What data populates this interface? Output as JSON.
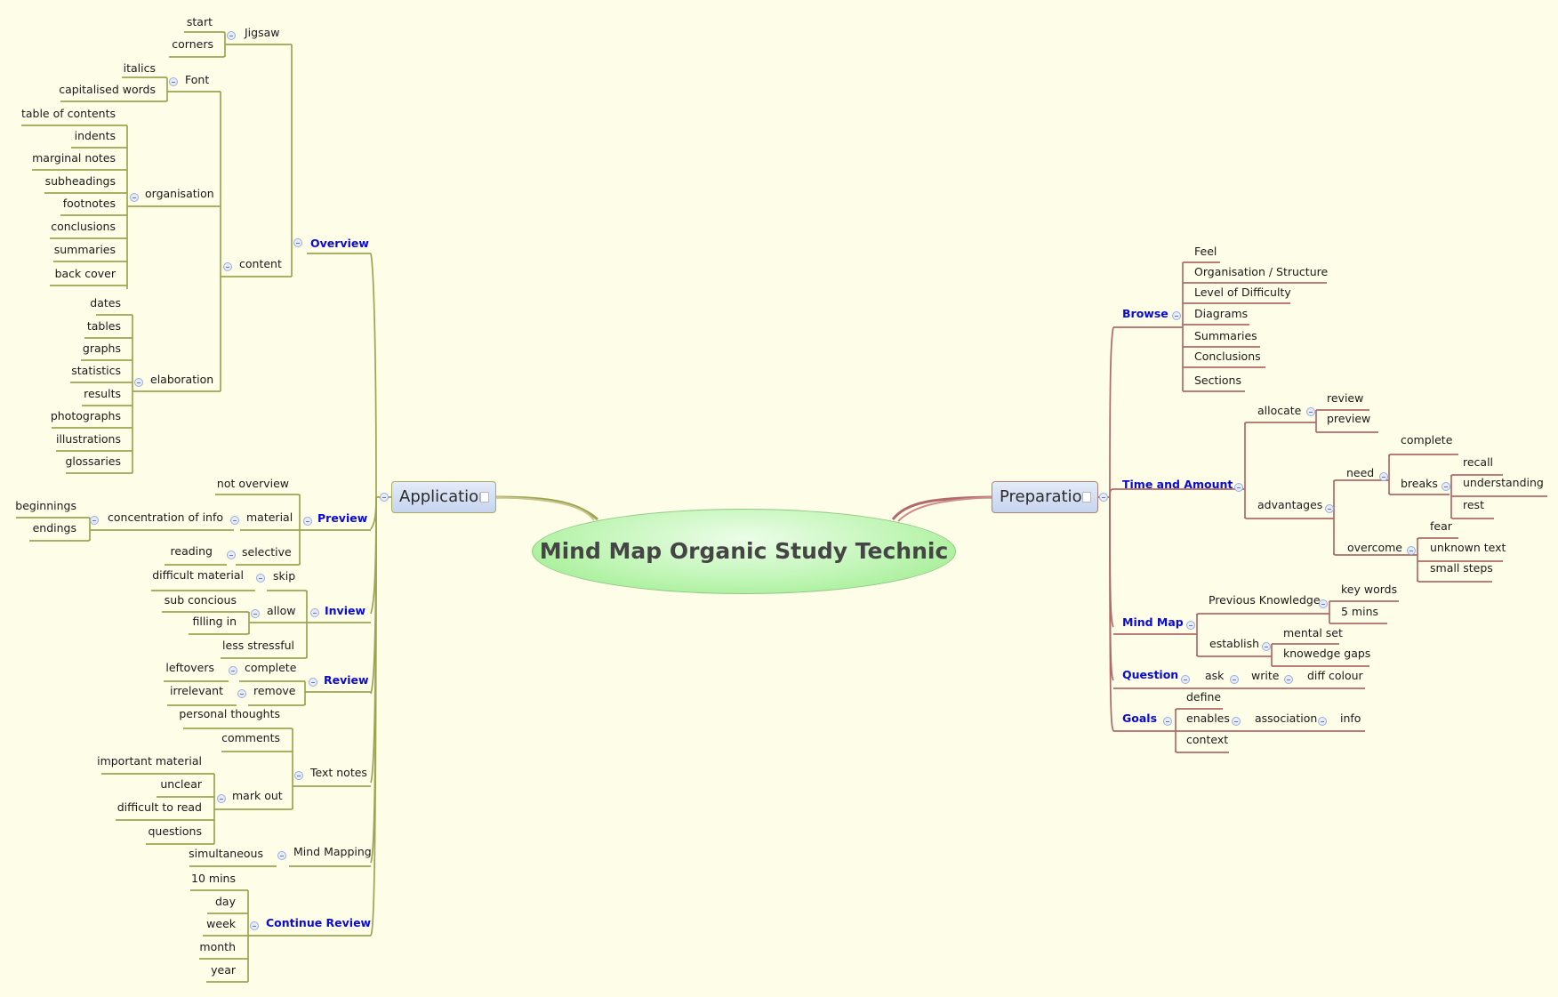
{
  "central_topic": "Mind Map Organic Study Technic",
  "branches": {
    "application": {
      "label": "Application",
      "overview": {
        "label": "Overview",
        "jigsaw": {
          "label": "Jigsaw",
          "items": [
            "start",
            "corners"
          ]
        },
        "content": {
          "label": "content",
          "font": {
            "label": "Font",
            "items": [
              "italics",
              "capitalised words"
            ]
          },
          "organisation": {
            "label": "organisation",
            "items": [
              "table of contents",
              "indents",
              "marginal notes",
              "subheadings",
              "footnotes",
              "conclusions",
              "summaries",
              "back cover"
            ]
          },
          "elaboration": {
            "label": "elaboration",
            "items": [
              "dates",
              "tables",
              "graphs",
              "statistics",
              "results",
              "photographs",
              "illustrations",
              "glossaries"
            ]
          }
        }
      },
      "preview": {
        "label": "Preview",
        "not_overview": "not overview",
        "material": {
          "label": "material",
          "concentration": {
            "label": "concentration of info",
            "items": [
              "beginnings",
              "endings"
            ]
          }
        },
        "selective": {
          "label": "selective",
          "items": [
            "reading"
          ]
        }
      },
      "inview": {
        "label": "Inview",
        "skip": {
          "label": "skip",
          "items": [
            "difficult material"
          ]
        },
        "allow": {
          "label": "allow",
          "items": [
            "sub concious",
            "filling in"
          ]
        },
        "less_stressful": "less stressful"
      },
      "review": {
        "label": "Review",
        "complete": {
          "label": "complete",
          "items": [
            "leftovers"
          ]
        },
        "remove": {
          "label": "remove",
          "items": [
            "irrelevant"
          ]
        }
      },
      "text_notes": {
        "label": "Text notes",
        "personal_thoughts": "personal thoughts",
        "comments": "comments",
        "mark_out": {
          "label": "mark out",
          "items": [
            "important material",
            "unclear",
            "difficult to read",
            "questions"
          ]
        }
      },
      "mind_mapping": {
        "label": "Mind Mapping",
        "items": [
          "simultaneous"
        ]
      },
      "continue_review": {
        "label": "Continue Review",
        "items": [
          "10 mins",
          "day",
          "week",
          "month",
          "year"
        ]
      }
    },
    "preparation": {
      "label": "Preparation",
      "browse": {
        "label": "Browse",
        "items": [
          "Feel",
          "Organisation / Structure",
          "Level of Difficulty",
          "Diagrams",
          "Summaries",
          "Conclusions",
          "Sections"
        ]
      },
      "time_and_amount": {
        "label": "Time and Amount",
        "allocate": {
          "label": "allocate",
          "items": [
            "review",
            "preview"
          ]
        },
        "advantages": {
          "label": "advantages",
          "need": {
            "label": "need",
            "complete": "complete",
            "breaks": {
              "label": "breaks",
              "items": [
                "recall",
                "understanding",
                "rest"
              ]
            }
          },
          "overcome": {
            "label": "overcome",
            "items": [
              "fear",
              "unknown text",
              "small steps"
            ]
          }
        }
      },
      "mind_map": {
        "label": "Mind Map",
        "previous_knowledge": {
          "label": "Previous Knowledge",
          "items": [
            "key words",
            "5 mins"
          ]
        },
        "establish": {
          "label": "establish",
          "items": [
            "mental set",
            "knowedge gaps"
          ]
        }
      },
      "question": {
        "label": "Question",
        "ask": "ask",
        "write": "write",
        "diff_colour": "diff colour"
      },
      "goals": {
        "label": "Goals",
        "define": "define",
        "enables": "enables",
        "association": "association",
        "info": "info",
        "context": "context"
      }
    }
  },
  "colors": {
    "background": "#fdfde8",
    "application_line": "#9ba552",
    "preparation_line": "#b06a67",
    "emphasis_text": "#0a0ad2",
    "central_fill": "#bff5b4"
  }
}
